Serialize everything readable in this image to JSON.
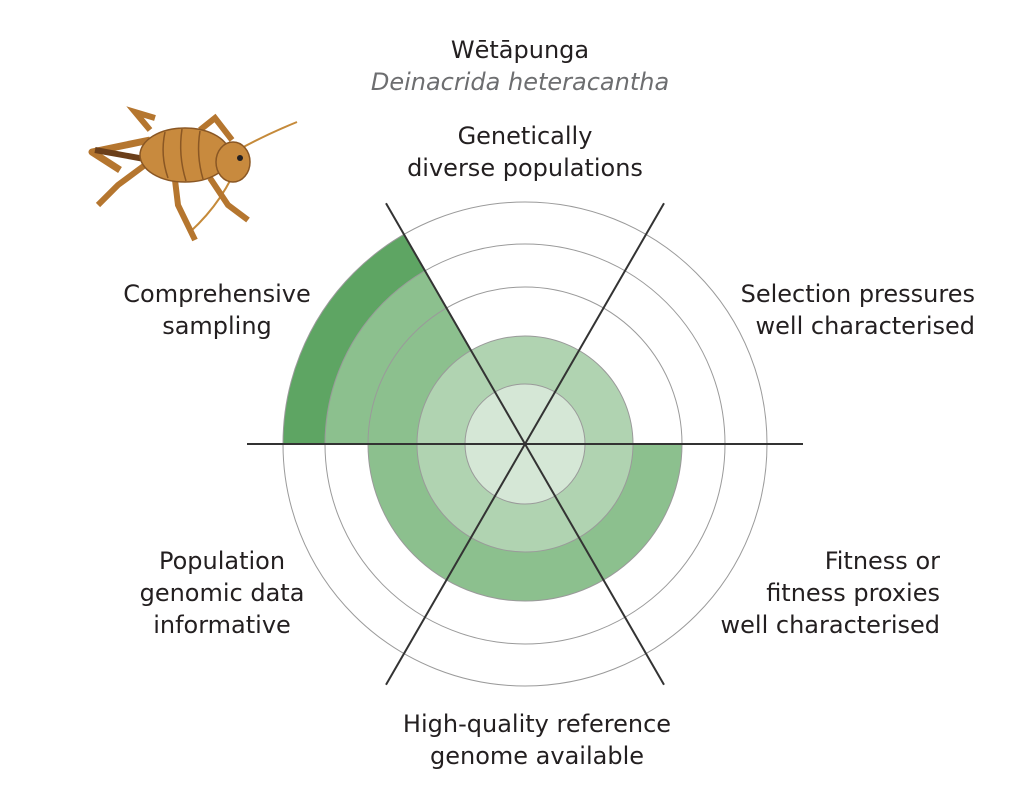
{
  "title": "Wētāpunga",
  "subtitle": "Deinacrida heteracantha",
  "axes": [
    {
      "label": "Genetically\ndiverse populations",
      "level": 2
    },
    {
      "label": "Selection pressures\nwell characterised",
      "level": 2
    },
    {
      "label": "Fitness or\nfitness proxies\nwell characterised",
      "level": 3
    },
    {
      "label": "High-quality reference\ngenome available",
      "level": 3
    },
    {
      "label": "Population\ngenomic data\ninformative",
      "level": 3
    },
    {
      "label": "Comprehensive\nsampling",
      "level": 5
    }
  ],
  "rings": 5,
  "colors": {
    "ring_fills": [
      "#d5e7d6",
      "#b0d3b1",
      "#8cc08e",
      "#8cc08e",
      "#5ea563"
    ],
    "ring_stroke": "#9a9a9a",
    "axis_line": "#333333",
    "text": "#231f20",
    "subtitle": "#6d6e70"
  },
  "icons": {
    "insect": "weta-insect-icon"
  }
}
